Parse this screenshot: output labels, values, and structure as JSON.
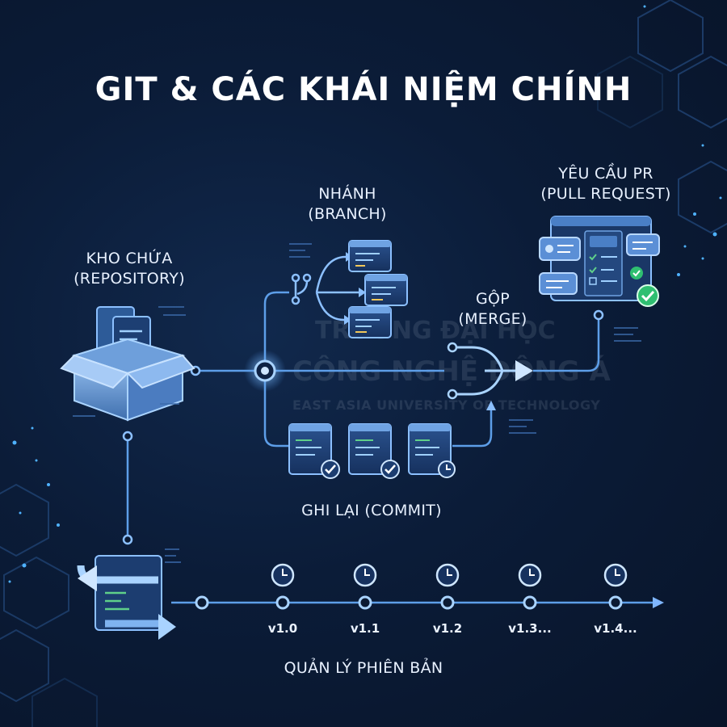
{
  "title": "GIT & CÁC KHÁI NIỆM CHÍNH",
  "repository": {
    "line1": "KHO CHỨA",
    "line2": "(REPOSITORY)"
  },
  "branch": {
    "line1": "NHÁNH",
    "line2": "(BRANCH)"
  },
  "merge": {
    "line1": "GỘP",
    "line2": "(MERGE)"
  },
  "pull_request": {
    "line1": "YÊU CẦU PR",
    "line2": "(PULL REQUEST)"
  },
  "commit": {
    "label": "GHI LẠI (COMMIT)"
  },
  "versioning": {
    "label": "QUẢN LÝ PHIÊN BẢN",
    "versions": [
      "v1.0",
      "v1.1",
      "v1.2",
      "v1.3...",
      "v1.4..."
    ]
  },
  "watermark": {
    "line1": "TRƯỜNG ĐẠI HỌC",
    "line2": "CÔNG NGHỆ ĐÔNG Á",
    "line3": "EAST ASIA UNIVERSITY OF TECHNOLOGY"
  },
  "colors": {
    "background": "#0b1a33",
    "line": "#5d9ee8",
    "accent": "#7fb6ff",
    "check": "#2fbf71",
    "text": "#ffffff"
  },
  "icons": [
    "repository-box-icon",
    "branch-icon",
    "merge-icon",
    "pull-request-board-icon",
    "commit-card-icon",
    "check-icon",
    "clock-icon",
    "version-sync-icon"
  ]
}
